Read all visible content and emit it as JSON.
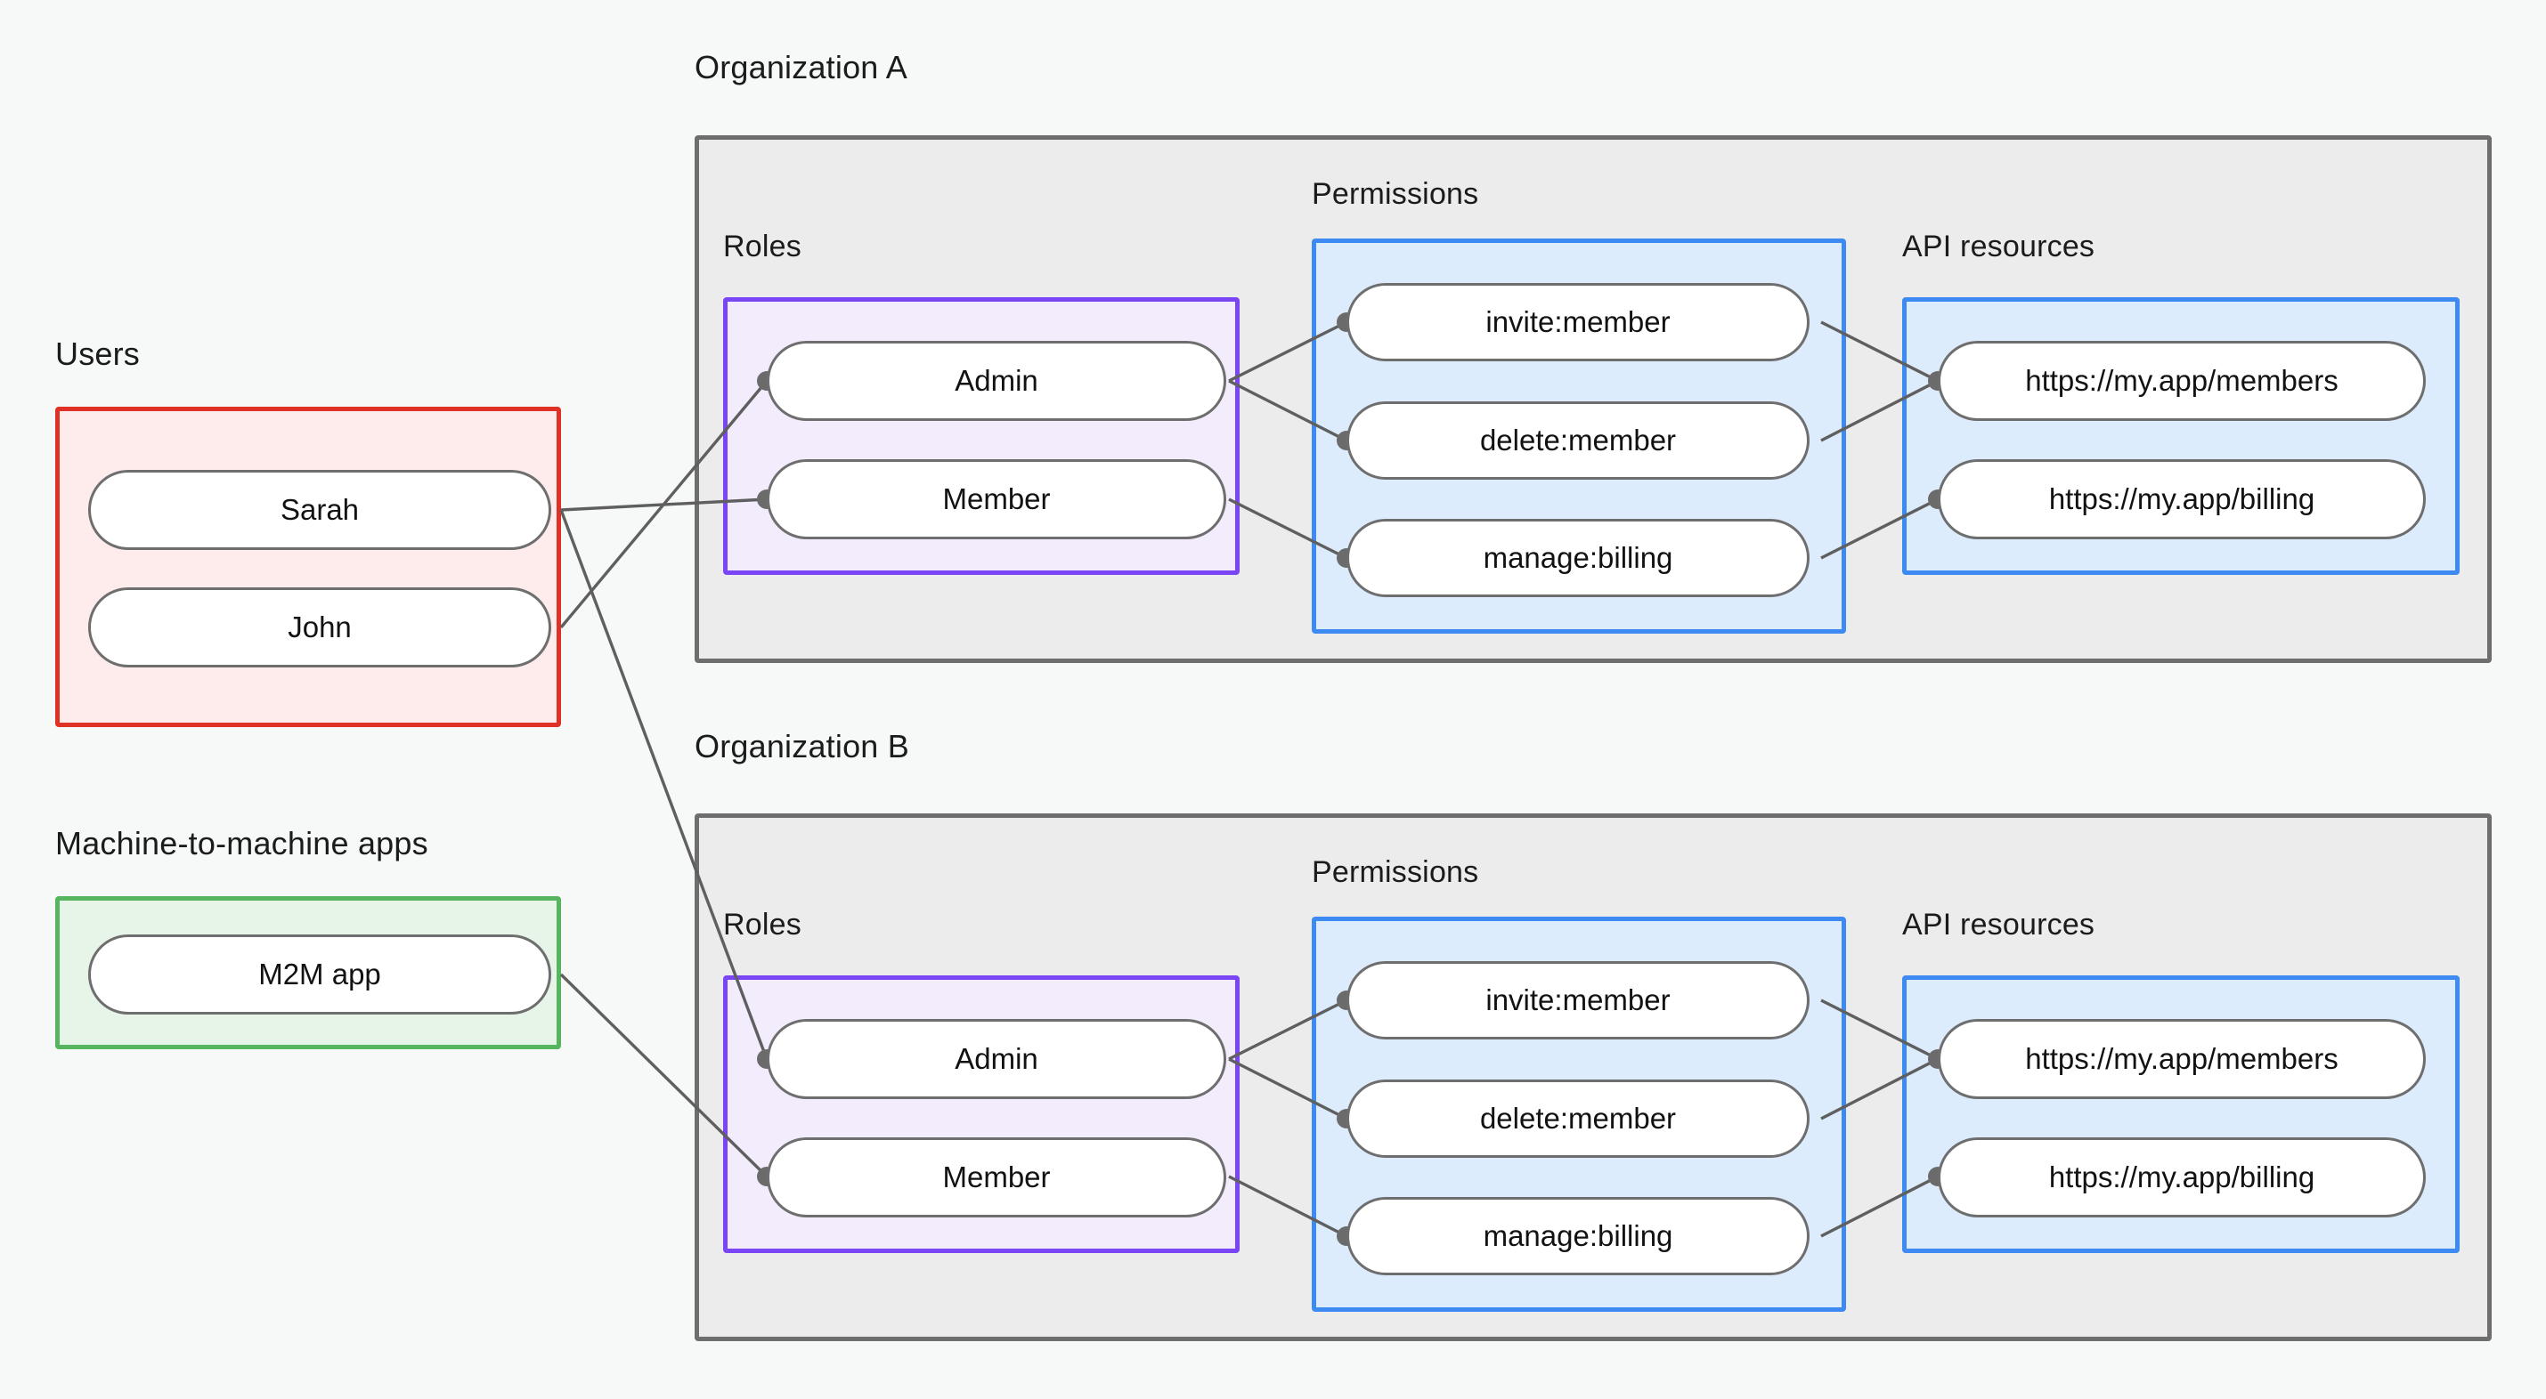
{
  "diagram": {
    "title_visible": false,
    "colors": {
      "background": "#f7f8f8",
      "org_fill": "#ececec",
      "org_border": "#6e6e6e",
      "users_fill": "#fdeceb",
      "users_border": "#e03127",
      "m2m_fill": "#e7f5e8",
      "m2m_border": "#57b45f",
      "roles_fill": "#f3ecfd",
      "roles_border": "#7a45f5",
      "permissions_fill": "#dcecfd",
      "permissions_border": "#3d8bf2",
      "api_fill": "#dcecfd",
      "api_border": "#3d8bf2",
      "pill_fill": "#ffffff",
      "pill_border": "#6e6e6e",
      "edge": "#5f5f5f",
      "text": "#121212"
    },
    "labels": {
      "users": "Users",
      "m2m": "Machine-to-machine apps",
      "org_a": "Organization A",
      "org_b": "Organization B",
      "roles_a": "Roles",
      "permissions_a": "Permissions",
      "api_a": "API resources",
      "roles_b": "Roles",
      "permissions_b": "Permissions",
      "api_b": "API resources"
    },
    "users": [
      {
        "id": "sarah",
        "label": "Sarah"
      },
      {
        "id": "john",
        "label": "John"
      }
    ],
    "m2m_apps": [
      {
        "id": "m2m",
        "label": "M2M app"
      }
    ],
    "org_a": {
      "name": "Organization A",
      "roles": [
        {
          "id": "a-admin",
          "label": "Admin"
        },
        {
          "id": "a-member",
          "label": "Member"
        }
      ],
      "permissions": [
        {
          "id": "a-invite",
          "label": "invite:member"
        },
        {
          "id": "a-delete",
          "label": "delete:member"
        },
        {
          "id": "a-billing",
          "label": "manage:billing"
        }
      ],
      "api_resources": [
        {
          "id": "a-res-members",
          "label": "https://my.app/members"
        },
        {
          "id": "a-res-billing",
          "label": "https://my.app/billing"
        }
      ]
    },
    "org_b": {
      "name": "Organization B",
      "roles": [
        {
          "id": "b-admin",
          "label": "Admin"
        },
        {
          "id": "b-member",
          "label": "Member"
        }
      ],
      "permissions": [
        {
          "id": "b-invite",
          "label": "invite:member"
        },
        {
          "id": "b-delete",
          "label": "delete:member"
        },
        {
          "id": "b-billing",
          "label": "manage:billing"
        }
      ],
      "api_resources": [
        {
          "id": "b-res-members",
          "label": "https://my.app/members"
        },
        {
          "id": "b-res-billing",
          "label": "https://my.app/billing"
        }
      ]
    },
    "connections": [
      {
        "from": "sarah",
        "to": "a-member"
      },
      {
        "from": "sarah",
        "to": "b-admin"
      },
      {
        "from": "john",
        "to": "a-admin"
      },
      {
        "from": "m2m",
        "to": "b-member"
      },
      {
        "from": "a-admin",
        "to": "a-invite"
      },
      {
        "from": "a-admin",
        "to": "a-delete"
      },
      {
        "from": "a-member",
        "to": "a-billing"
      },
      {
        "from": "a-invite",
        "to": "a-res-members"
      },
      {
        "from": "a-delete",
        "to": "a-res-members"
      },
      {
        "from": "a-billing",
        "to": "a-res-billing"
      },
      {
        "from": "b-admin",
        "to": "b-invite"
      },
      {
        "from": "b-admin",
        "to": "b-delete"
      },
      {
        "from": "b-member",
        "to": "b-billing"
      },
      {
        "from": "b-invite",
        "to": "b-res-members"
      },
      {
        "from": "b-delete",
        "to": "b-res-members"
      },
      {
        "from": "b-billing",
        "to": "b-res-billing"
      }
    ]
  }
}
